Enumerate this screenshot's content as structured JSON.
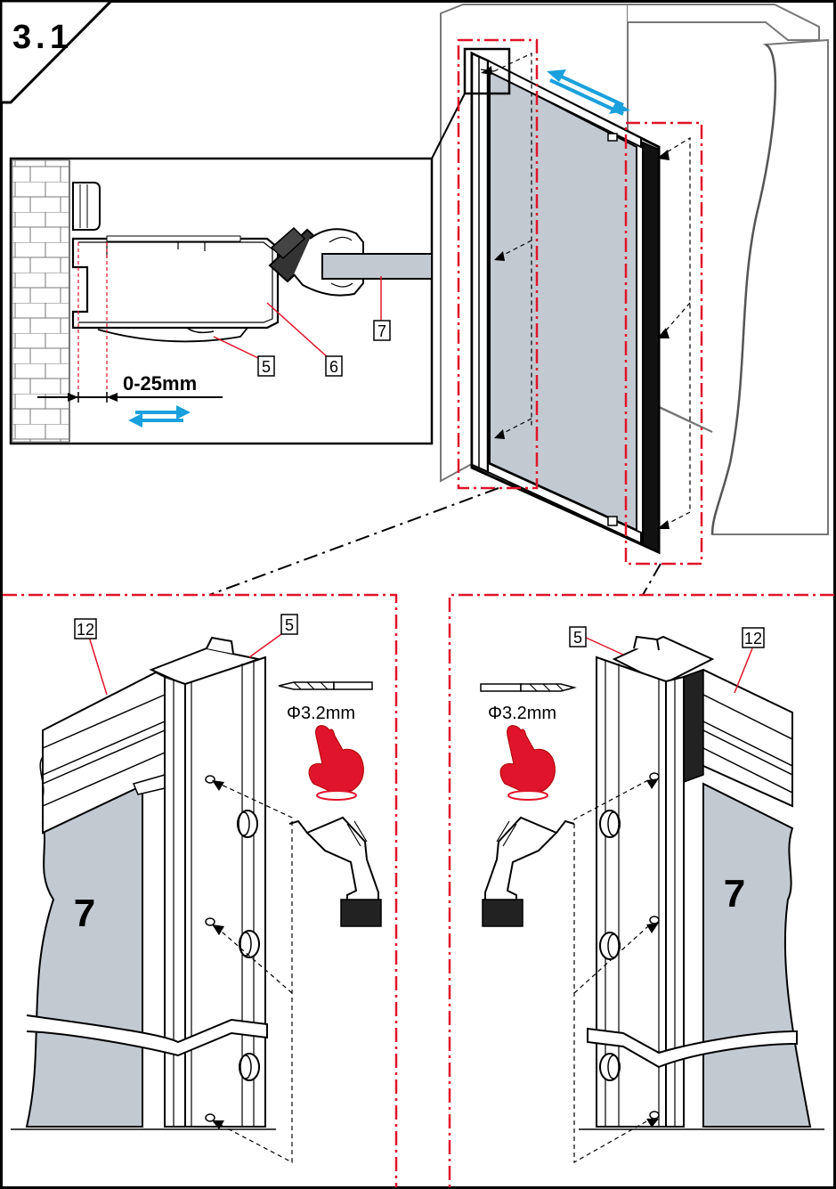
{
  "step": {
    "number": "3",
    "sub": "1",
    "separator": "."
  },
  "detail": {
    "gap_label": "0-25mm",
    "callouts": [
      "5",
      "6",
      "7"
    ]
  },
  "left_panel": {
    "part_profile": "5",
    "part_rail": "12",
    "part_glass": "7",
    "drill_size": "Φ3.2mm"
  },
  "right_panel": {
    "part_profile": "5",
    "part_rail": "12",
    "part_glass": "7",
    "drill_size": "Φ3.2mm"
  },
  "colors": {
    "frame": "#000000",
    "guide": "#e0142a",
    "arrow": "#1aa0dc",
    "glass": "#c3c9d1",
    "hand": "#e0142a"
  },
  "icons": [
    "drill-bit-icon",
    "hand-push-icon",
    "drill-icon",
    "double-arrow-icon",
    "wall-plug-icon",
    "screw-icon"
  ]
}
